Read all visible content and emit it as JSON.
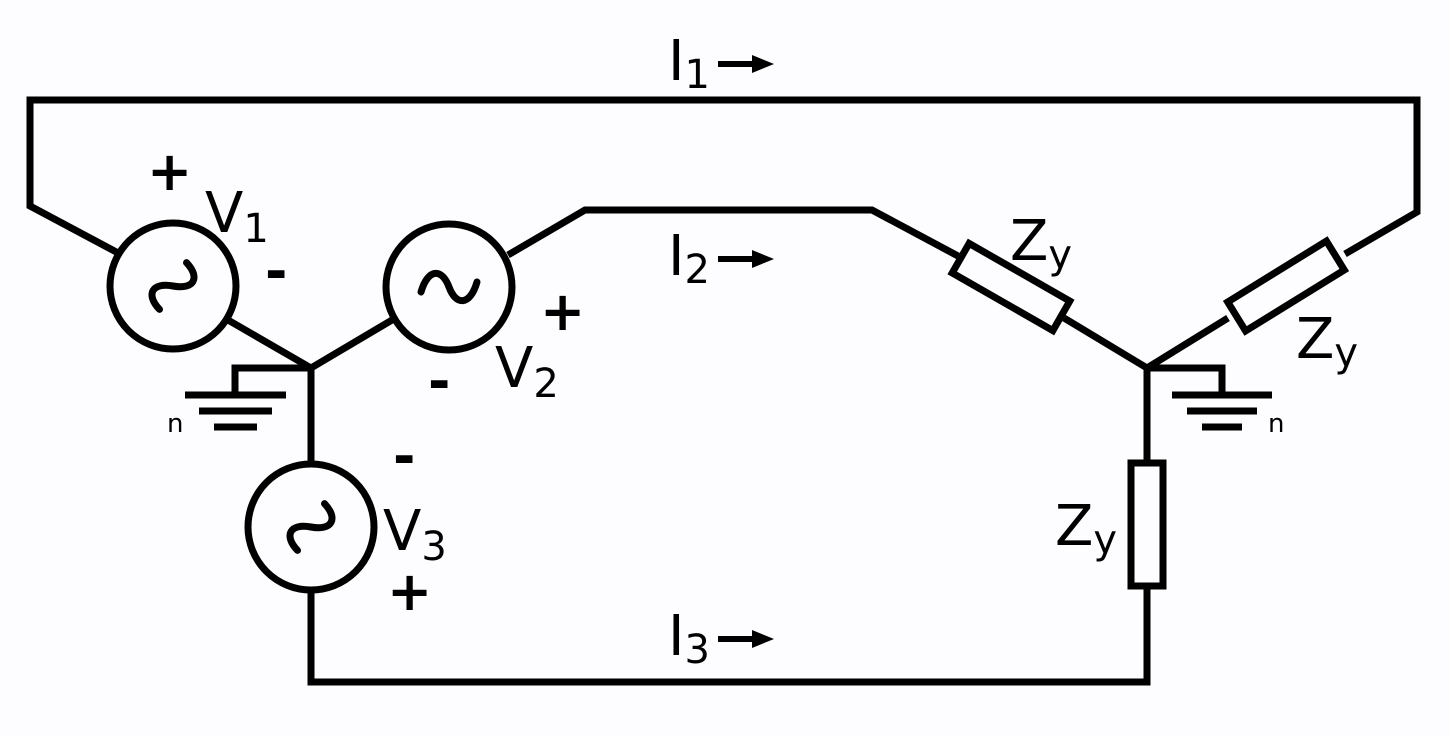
{
  "sources": [
    {
      "symbol": "V",
      "index": "1",
      "plus": "+",
      "minus": "-"
    },
    {
      "symbol": "V",
      "index": "2",
      "plus": "+",
      "minus": "-"
    },
    {
      "symbol": "V",
      "index": "3",
      "plus": "+",
      "minus": "-"
    }
  ],
  "currents": [
    {
      "symbol": "I",
      "index": "1"
    },
    {
      "symbol": "I",
      "index": "2"
    },
    {
      "symbol": "I",
      "index": "3"
    }
  ],
  "loads": [
    {
      "symbol": "Z",
      "index": "y"
    },
    {
      "symbol": "Z",
      "index": "y"
    },
    {
      "symbol": "Z",
      "index": "y"
    }
  ],
  "neutral": {
    "source_label": "n",
    "load_label": "n"
  },
  "colors": {
    "ink": "#000000",
    "background": "#fdfcfe"
  }
}
